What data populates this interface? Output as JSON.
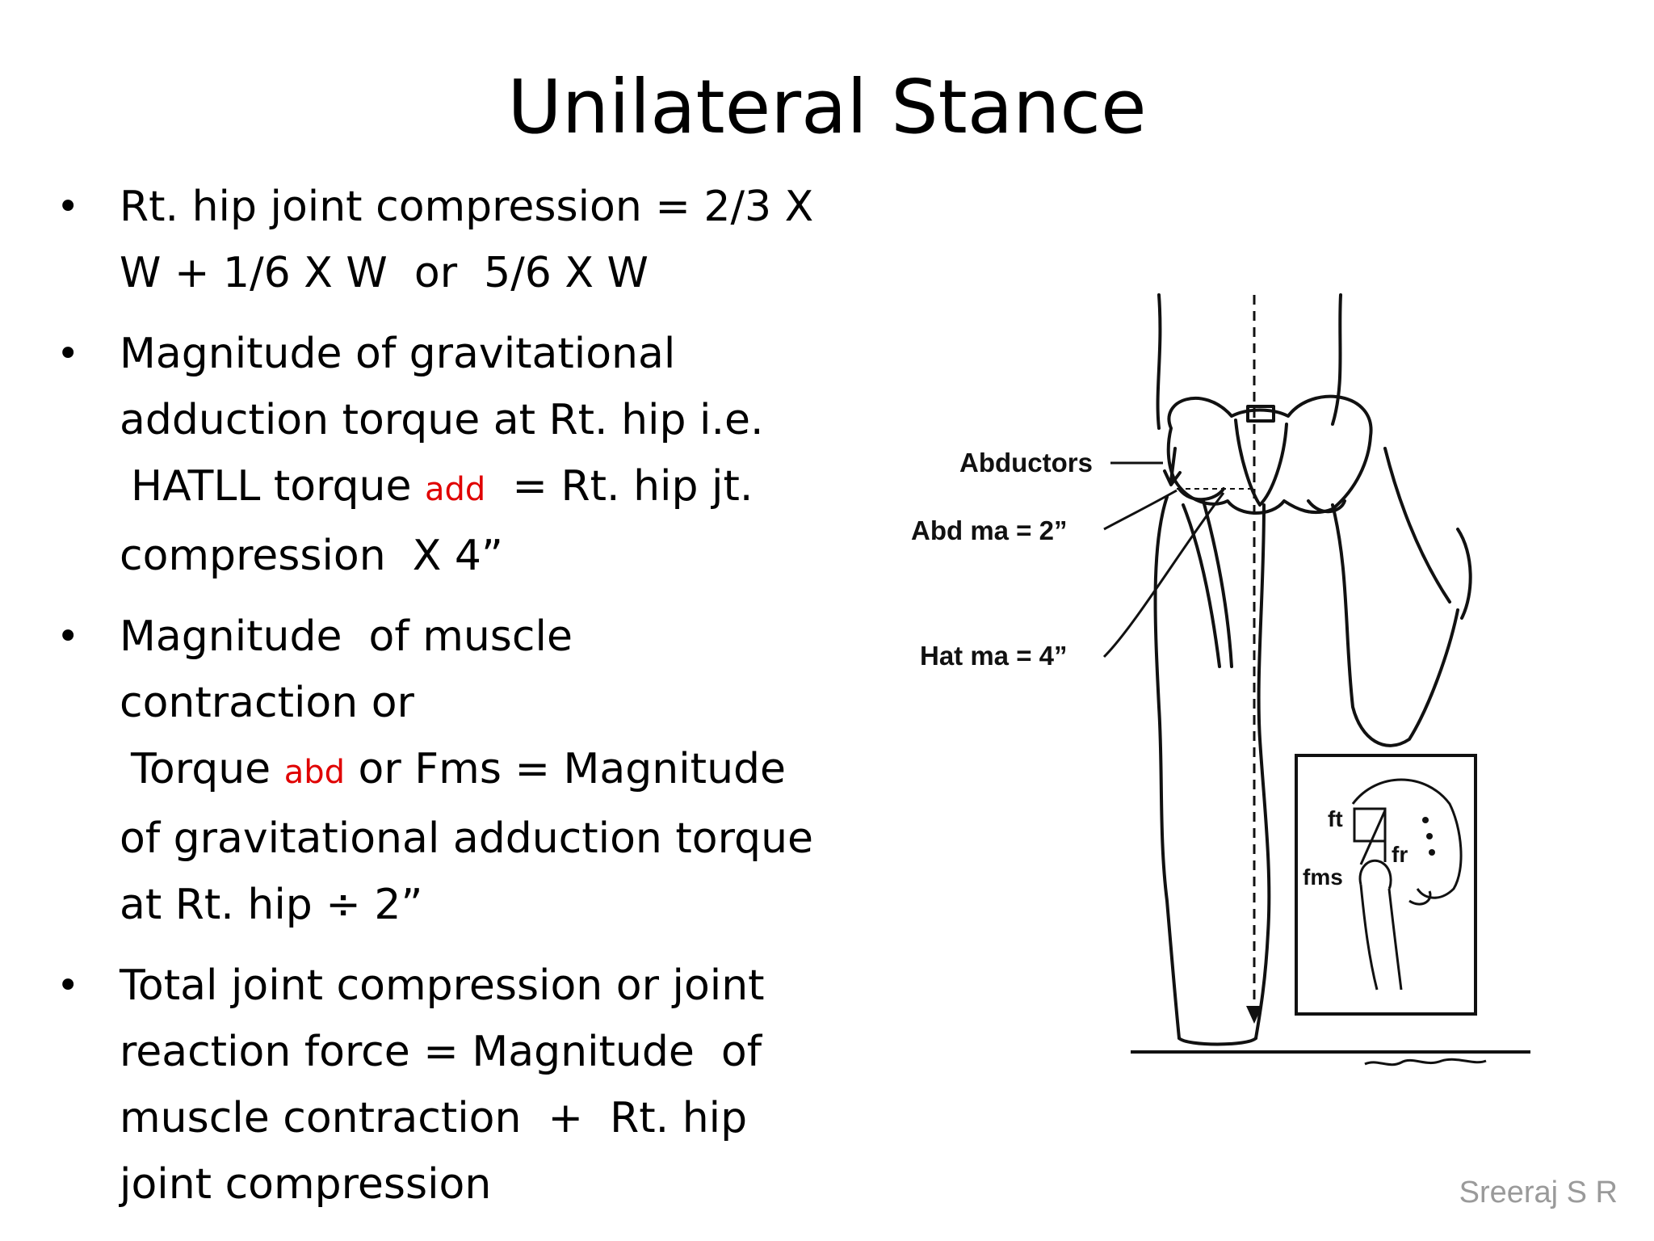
{
  "slide": {
    "title": "Unilateral Stance",
    "author": "Sreeraj S R"
  },
  "bullets": [
    {
      "lines": [
        "Rt. hip joint compression = 2/3 X",
        "W + 1/6 X W  or  5/6 X W"
      ]
    },
    {
      "lines": [
        "Magnitude of gravitational",
        "adduction torque at Rt. hip i.e."
      ]
    },
    {
      "cont_prefix": "HATLL torque",
      "cont_sub": "add",
      "cont_suffix": "= Rt. hip jt.",
      "cont_line2": "compression  X 4”"
    },
    {
      "lines": [
        "Magnitude  of muscle",
        "contraction or"
      ]
    },
    {
      "cont_prefix": "Torque",
      "cont_sub": "abd",
      "cont_suffix": "or Fms = Magnitude",
      "cont_line2": "of gravitational adduction torque",
      "cont_line3": "at Rt. hip ÷ 2”"
    },
    {
      "lines": [
        "Total joint compression or joint",
        "reaction force = Magnitude  of",
        "muscle contraction  +  Rt. hip",
        "joint compression"
      ]
    }
  ],
  "figure": {
    "labels": {
      "abductors": "Abductors",
      "abd_ma": "Abd ma  =  2”",
      "hat_ma": "Hat ma  =  4”",
      "ft": "ft",
      "fr": "fr",
      "fms": "fms"
    }
  }
}
